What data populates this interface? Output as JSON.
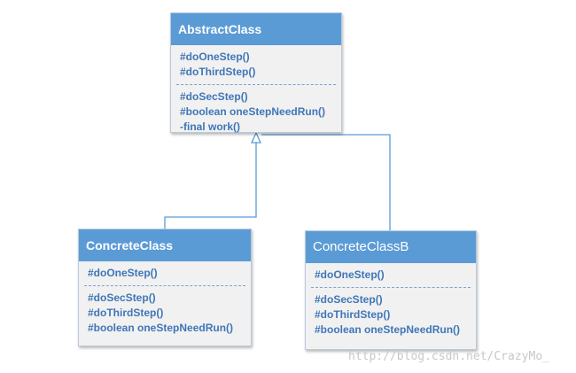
{
  "diagram": {
    "abstract_class": {
      "name": "AbstractClass",
      "sections": [
        [
          "#doOneStep()",
          "#doThirdStep()"
        ],
        [
          "#doSecStep()",
          "#boolean oneStepNeedRun()",
          "-final work()"
        ]
      ]
    },
    "concrete_class": {
      "name": "ConcreteClass",
      "sections": [
        [
          "#doOneStep()"
        ],
        [
          "#doSecStep()",
          "#doThirdStep()",
          "#boolean oneStepNeedRun()"
        ]
      ]
    },
    "concrete_class_b": {
      "name": "ConcreteClassB",
      "sections": [
        [
          "#doOneStep()"
        ],
        [
          "#doSecStep()",
          "#doThirdStep()",
          "#boolean oneStepNeedRun()"
        ]
      ]
    },
    "relationship": "inheritance",
    "line_color": "#5b9bd5",
    "header_color": "#5b9bd5",
    "member_color": "#3f76b8"
  },
  "watermark": "http://blog.csdn.net/CrazyMo_"
}
